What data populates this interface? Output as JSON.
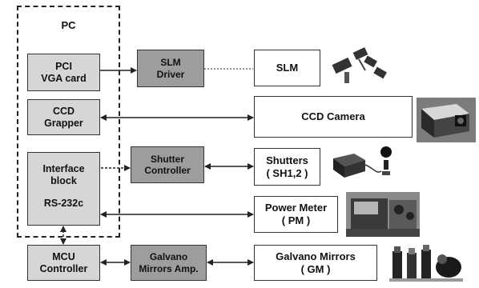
{
  "pc": {
    "label": "PC"
  },
  "pc_boxes": {
    "vga": [
      "PCI",
      "VGA card"
    ],
    "ccd": [
      "CCD",
      "Grapper"
    ],
    "interface": [
      "Interface",
      "block"
    ],
    "rs232": "RS-232c"
  },
  "mcu": [
    "MCU",
    "Controller"
  ],
  "drivers": {
    "slm_driver": [
      "SLM",
      "Driver"
    ],
    "shutter_controller": [
      "Shutter",
      "Controller"
    ],
    "galvano_amp": [
      "Galvano",
      "Mirrors Amp."
    ]
  },
  "devices": {
    "slm": "SLM",
    "ccd_camera": "CCD Camera",
    "shutters": [
      "Shutters",
      "( SH1,2 )"
    ],
    "power_meter": [
      "Power Meter",
      "( PM )"
    ],
    "galvano_mirrors": [
      "Galvano Mirrors",
      "( GM )"
    ]
  },
  "colors": {
    "light_box": "#d6d6d6",
    "dark_box": "#9d9d9d",
    "line": "#222222"
  },
  "photos": [
    "slm-chips-photo",
    "ccd-camera-photo",
    "shutters-photo",
    "power-meter-photo",
    "galvano-mirrors-photo"
  ]
}
